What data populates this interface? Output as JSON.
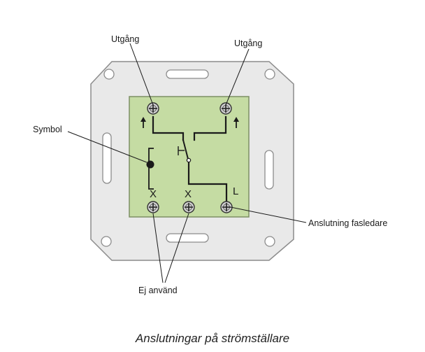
{
  "labels": {
    "output_left": "Utgång",
    "output_right": "Utgång",
    "symbol": "Symbol",
    "phase_connection": "Anslutning fasledare",
    "unused": "Ej använd"
  },
  "terminal_marks": {
    "unused_left": "X",
    "unused_right": "X",
    "live": "L"
  },
  "caption": "Anslutningar på strömställare",
  "colors": {
    "plate_fill": "#e9e9e9",
    "plate_stroke": "#8c8c8c",
    "module_fill": "#c5dca3",
    "module_stroke": "#7d8f64",
    "wire": "#1a1a1a",
    "screw_fill": "#d0d0d0"
  }
}
